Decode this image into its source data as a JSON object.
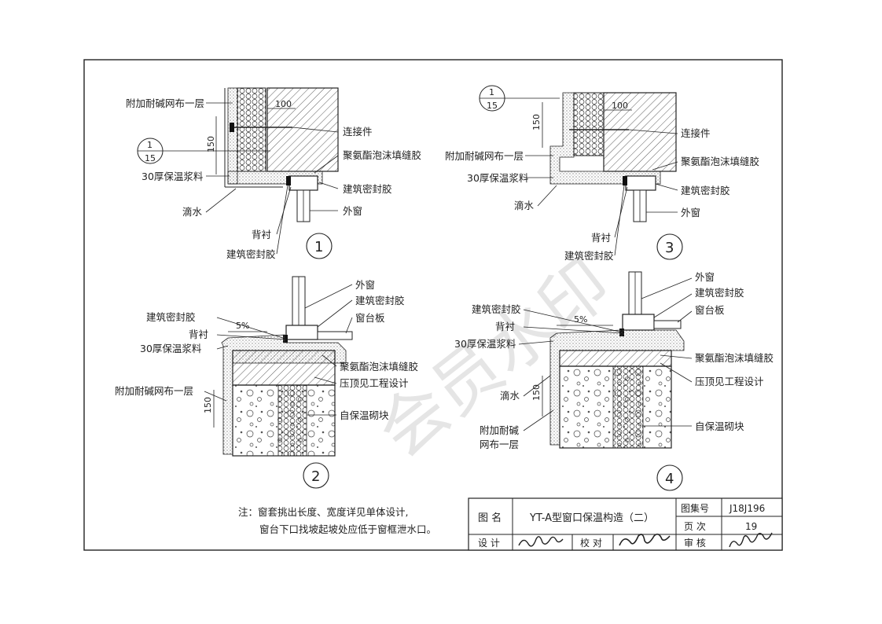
{
  "labels": {
    "d1": {
      "mesh": "附加耐碱网布一层",
      "connector": "连接件",
      "pu_foam": "聚氨酯泡沫填缝胶",
      "mortar": "30厚保温浆料",
      "sealant": "建筑密封胶",
      "drip": "滴水",
      "window": "外窗",
      "backing": "背衬",
      "sealant2": "建筑密封胶",
      "dim_100": "100",
      "dim_150": "150",
      "ref_top": "1",
      "ref_bottom": "15",
      "number": "1"
    },
    "d2": {
      "window": "外窗",
      "sealant": "建筑密封胶",
      "sill": "窗台板",
      "sealant_left": "建筑密封胶",
      "backing": "背衬",
      "slope": "5%",
      "mortar": "30厚保温浆料",
      "pu_foam": "聚氨酯泡沫填缝胶",
      "coping": "压顶见工程设计",
      "mesh": "附加耐碱网布一层",
      "block": "自保温砌块",
      "dim_150": "150",
      "number": "2"
    },
    "d3": {
      "ref_top": "1",
      "ref_bottom": "15",
      "dim_100": "100",
      "dim_150": "150",
      "connector": "连接件",
      "mesh": "附加耐碱网布一层",
      "pu_foam": "聚氨酯泡沫填缝胶",
      "mortar": "30厚保温浆料",
      "sealant": "建筑密封胶",
      "drip": "滴水",
      "window": "外窗",
      "backing": "背衬",
      "sealant2": "建筑密封胶",
      "number": "3"
    },
    "d4": {
      "window": "外窗",
      "sealant": "建筑密封胶",
      "sealant_left": "建筑密封胶",
      "sill": "窗台板",
      "backing": "背衬",
      "slope": "5%",
      "mortar": "30厚保温浆料",
      "pu_foam": "聚氨酯泡沫填缝胶",
      "coping": "压顶见工程设计",
      "drip": "滴水",
      "dim_150": "150",
      "block": "自保温砌块",
      "mesh_l1": "附加耐碱",
      "mesh_l2": "网布一层",
      "number": "4"
    }
  },
  "note": {
    "line1": "注：窗套挑出长度、宽度详见单体设计,",
    "line2": "窗台下口找坡起坡处应低于窗框泄水口。"
  },
  "title_block": {
    "drawing_name_label": "图  名",
    "drawing_name": "YT-A型窗口保温构造（二）",
    "atlas_no_label": "图集号",
    "atlas_no": "J18J196",
    "page_label": "页  次",
    "page_no": "19",
    "design_label": "设  计",
    "check_label": "校  对",
    "review_label": "审  核"
  },
  "watermark": "会员水印",
  "colors": {
    "ink": "#1a1a1a",
    "paper": "#ffffff",
    "watermark": "#d0d0d0"
  }
}
